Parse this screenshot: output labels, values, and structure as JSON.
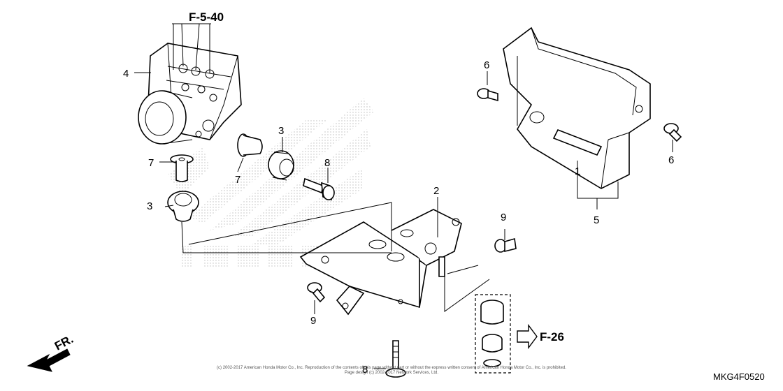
{
  "callouts": {
    "c1": "1",
    "c2": "2",
    "c3a": "3",
    "c3b": "3",
    "c4": "4",
    "c5": "5",
    "c6a": "6",
    "c6b": "6",
    "c7a": "7",
    "c7b": "7",
    "c8a": "8",
    "c8b": "8",
    "c9a": "9",
    "c9b": "9"
  },
  "references": {
    "top": "F-5-40",
    "right": "F-26"
  },
  "direction_label": "FR.",
  "copyright": {
    "line1": "(c) 2002-2017 American Honda Motor Co., Inc. Reproduction of the contents of this page without part or without the express written consent of American Honda Motor Co., Inc. is prohibited.",
    "line2": "Page design (c) 2002-2017 Network Services, Ltd."
  },
  "diagram_code": "MKG4F0520",
  "watermark": "HONDA",
  "colors": {
    "ink": "#000000",
    "watermark": "#bdbdbd"
  }
}
